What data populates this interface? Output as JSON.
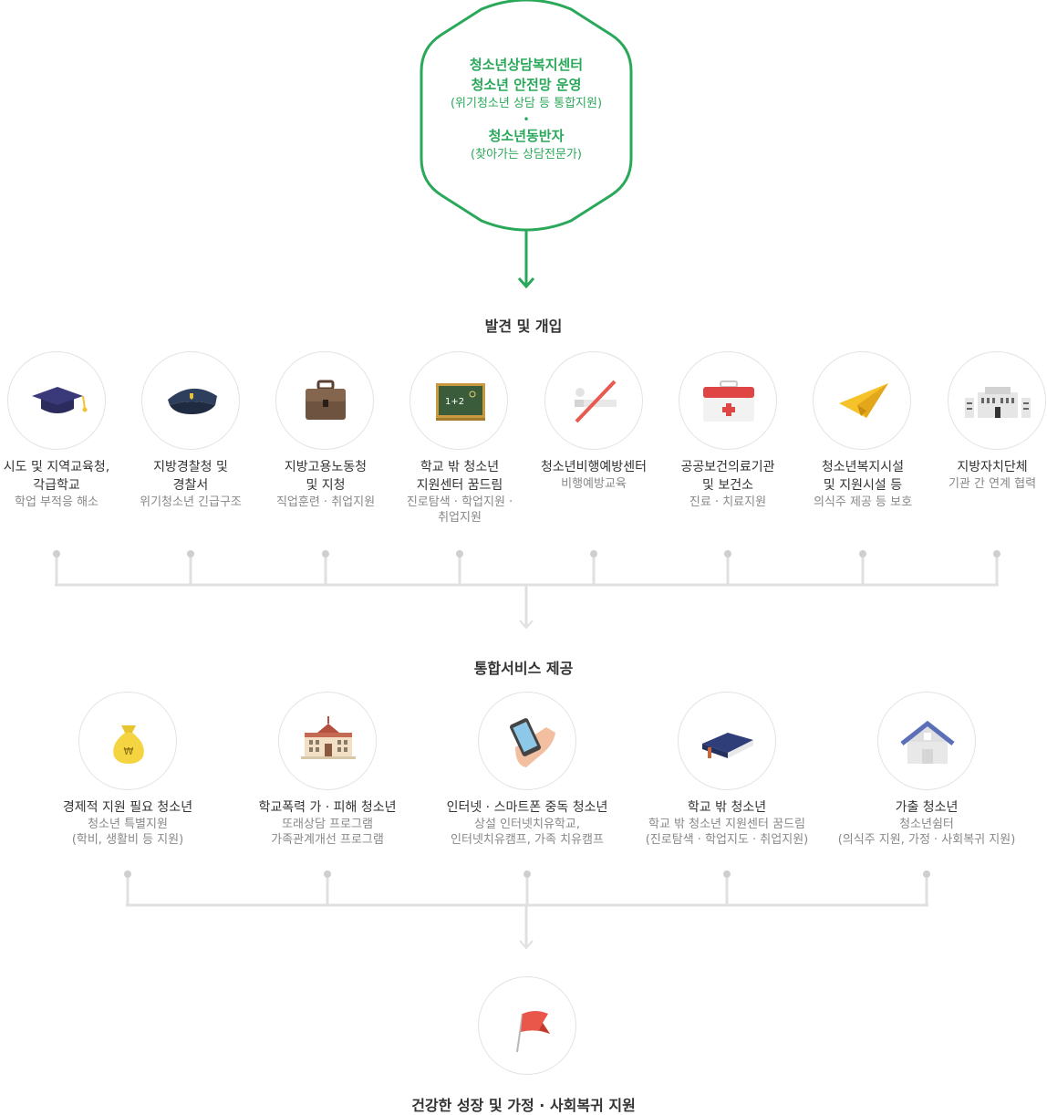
{
  "top": {
    "title1": "청소년상담복지센터",
    "title2": "청소년 안전망 운영",
    "sub1": "(위기청소년 상담 등 통합지원)",
    "dot": "•",
    "title3": "청소년동반자",
    "sub2": "(찾아가는 상담전문가)"
  },
  "section1": {
    "title": "발견 및 개입"
  },
  "orgs": [
    {
      "name1": "시도 및 지역교육청,",
      "name2": "각급학교",
      "desc1": "학업 부적응 해소",
      "desc2": ""
    },
    {
      "name1": "지방경찰청 및",
      "name2": "경찰서",
      "desc1": "위기청소년 긴급구조",
      "desc2": ""
    },
    {
      "name1": "지방고용노동청",
      "name2": "및 지청",
      "desc1": "직업훈련 · 취업지원",
      "desc2": ""
    },
    {
      "name1": "학교 밖 청소년",
      "name2": "지원센터 꿈드림",
      "desc1": "진로탐색 · 학업지원 ·",
      "desc2": "취업지원"
    },
    {
      "name1": "청소년비행예방센터",
      "name2": "",
      "desc1": "비행예방교육",
      "desc2": ""
    },
    {
      "name1": "공공보건의료기관",
      "name2": "및 보건소",
      "desc1": "진료 · 치료지원",
      "desc2": ""
    },
    {
      "name1": "청소년복지시설",
      "name2": "및 지원시설 등",
      "desc1": "의식주 제공 등 보호",
      "desc2": ""
    },
    {
      "name1": "지방자치단체",
      "name2": "",
      "desc1": "기관 간 연계 협력",
      "desc2": ""
    }
  ],
  "icons": {
    "orgs": [
      "graduation-cap-icon",
      "police-cap-icon",
      "briefcase-icon",
      "chalkboard-icon",
      "no-smoking-icon",
      "first-aid-kit-icon",
      "paper-plane-icon",
      "city-hall-icon"
    ],
    "services": [
      "money-bag-icon",
      "school-building-icon",
      "smartphone-hand-icon",
      "book-icon",
      "house-icon"
    ],
    "goal": "flag-icon",
    "board_text": "1+2"
  },
  "section2": {
    "title": "통합서비스 제공"
  },
  "services": [
    {
      "name": "경제적 지원 필요 청소년",
      "desc1": "청소년 특별지원",
      "desc2": "(학비, 생활비 등 지원)"
    },
    {
      "name": "학교폭력 가 · 피해 청소년",
      "desc1": "또래상담 프로그램",
      "desc2": "가족관계개선 프로그램"
    },
    {
      "name": "인터넷 · 스마트폰 중독 청소년",
      "desc1": "상설 인터넷치유학교,",
      "desc2": "인터넷치유캠프, 가족 치유캠프"
    },
    {
      "name": "학교 밖 청소년",
      "desc1": "학교 밖 청소년 지원센터 꿈드림",
      "desc2": "(진로탐색 · 학업지도 · 취업지원)"
    },
    {
      "name": "가출 청소년",
      "desc1": "청소년쉼터",
      "desc2": "(의식주 지원, 가정 · 사회복귀 지원)"
    }
  ],
  "goal": {
    "title": "건강한 성장 및 가정 · 사회복귀 지원"
  },
  "colors": {
    "accent": "#2aa85a",
    "line": "#e0e0e0",
    "text": "#333333",
    "subtext": "#888888"
  }
}
